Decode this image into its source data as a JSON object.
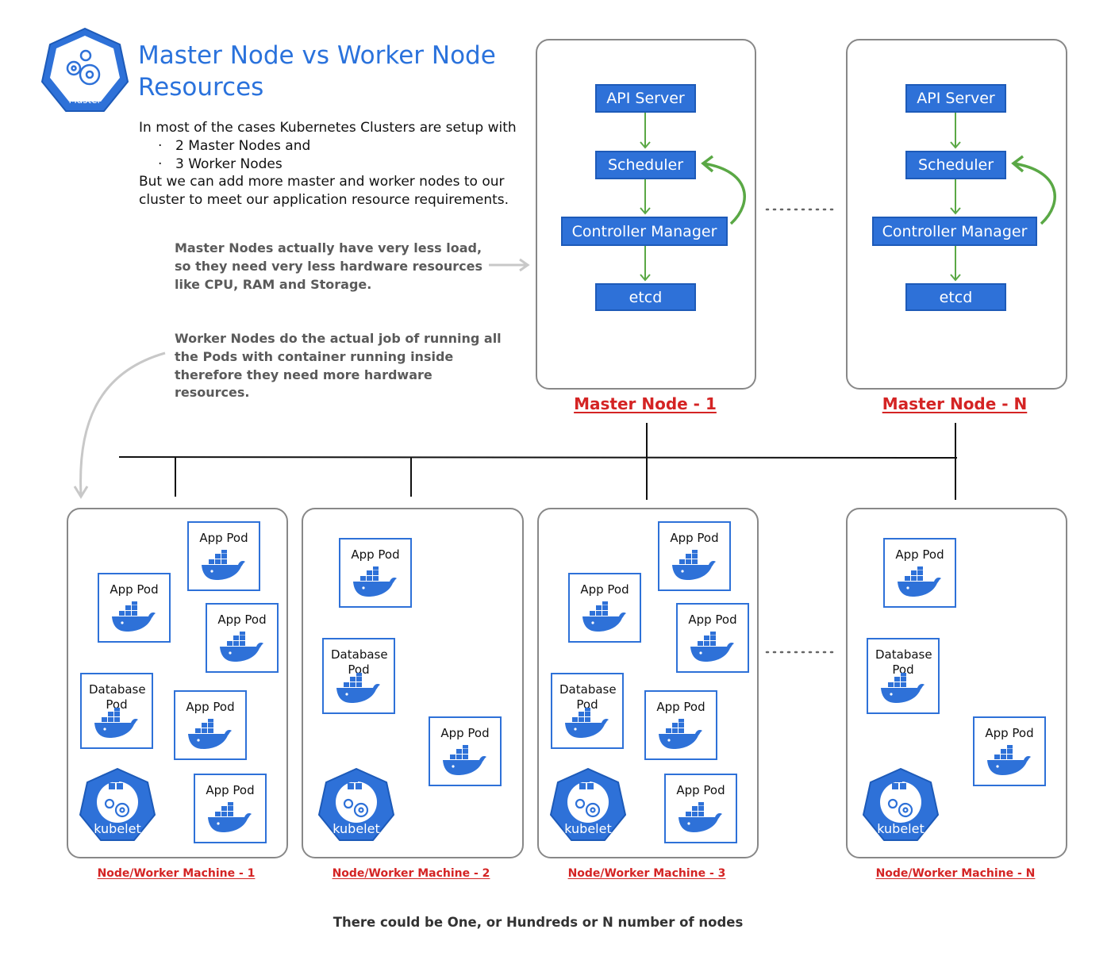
{
  "header": {
    "logo_label": "Master",
    "title": "Master Node vs Worker Node Resources"
  },
  "intro": {
    "line1": "In most of the cases Kubernetes Clusters are setup with",
    "bullet1": "2 Master Nodes and",
    "bullet2": "3 Worker Nodes",
    "line2": "But we can add more master and worker nodes to our cluster to meet our application resource requirements."
  },
  "notes": {
    "master": "Master Nodes actually have very less load, so they need very less hardware resources like CPU, RAM and Storage.",
    "worker": "Worker Nodes do the actual job of running all the Pods with container running inside therefore they need more hardware resources."
  },
  "master_nodes": [
    {
      "label": "Master Node - 1",
      "components": [
        "API Server",
        "Scheduler",
        "Controller Manager",
        "etcd"
      ]
    },
    {
      "label": "Master Node - N",
      "components": [
        "API Server",
        "Scheduler",
        "Controller Manager",
        "etcd"
      ]
    }
  ],
  "worker_nodes": [
    {
      "label": "Node/Worker Machine - 1",
      "pods": [
        "App Pod",
        "App Pod",
        "App Pod",
        "Database Pod",
        "App Pod",
        "App Pod"
      ],
      "agent": "kubelet"
    },
    {
      "label": "Node/Worker Machine - 2",
      "pods": [
        "App Pod",
        "Database Pod",
        "App Pod"
      ],
      "agent": "kubelet"
    },
    {
      "label": "Node/Worker Machine - 3",
      "pods": [
        "App Pod",
        "App Pod",
        "App Pod",
        "Database Pod",
        "App Pod",
        "App Pod"
      ],
      "agent": "kubelet"
    },
    {
      "label": "Node/Worker Machine - N",
      "pods": [
        "App Pod",
        "Database Pod",
        "App Pod"
      ],
      "agent": "kubelet"
    }
  ],
  "footer": "There could be One, or Hundreds or N number of nodes",
  "colors": {
    "accent_blue": "#2e71d8",
    "label_red": "#d42424",
    "arrow_green": "#5aa845",
    "note_gray": "#5a5a5a"
  },
  "icons": [
    "kubernetes-master-icon",
    "kubelet-icon",
    "docker-whale-icon"
  ]
}
